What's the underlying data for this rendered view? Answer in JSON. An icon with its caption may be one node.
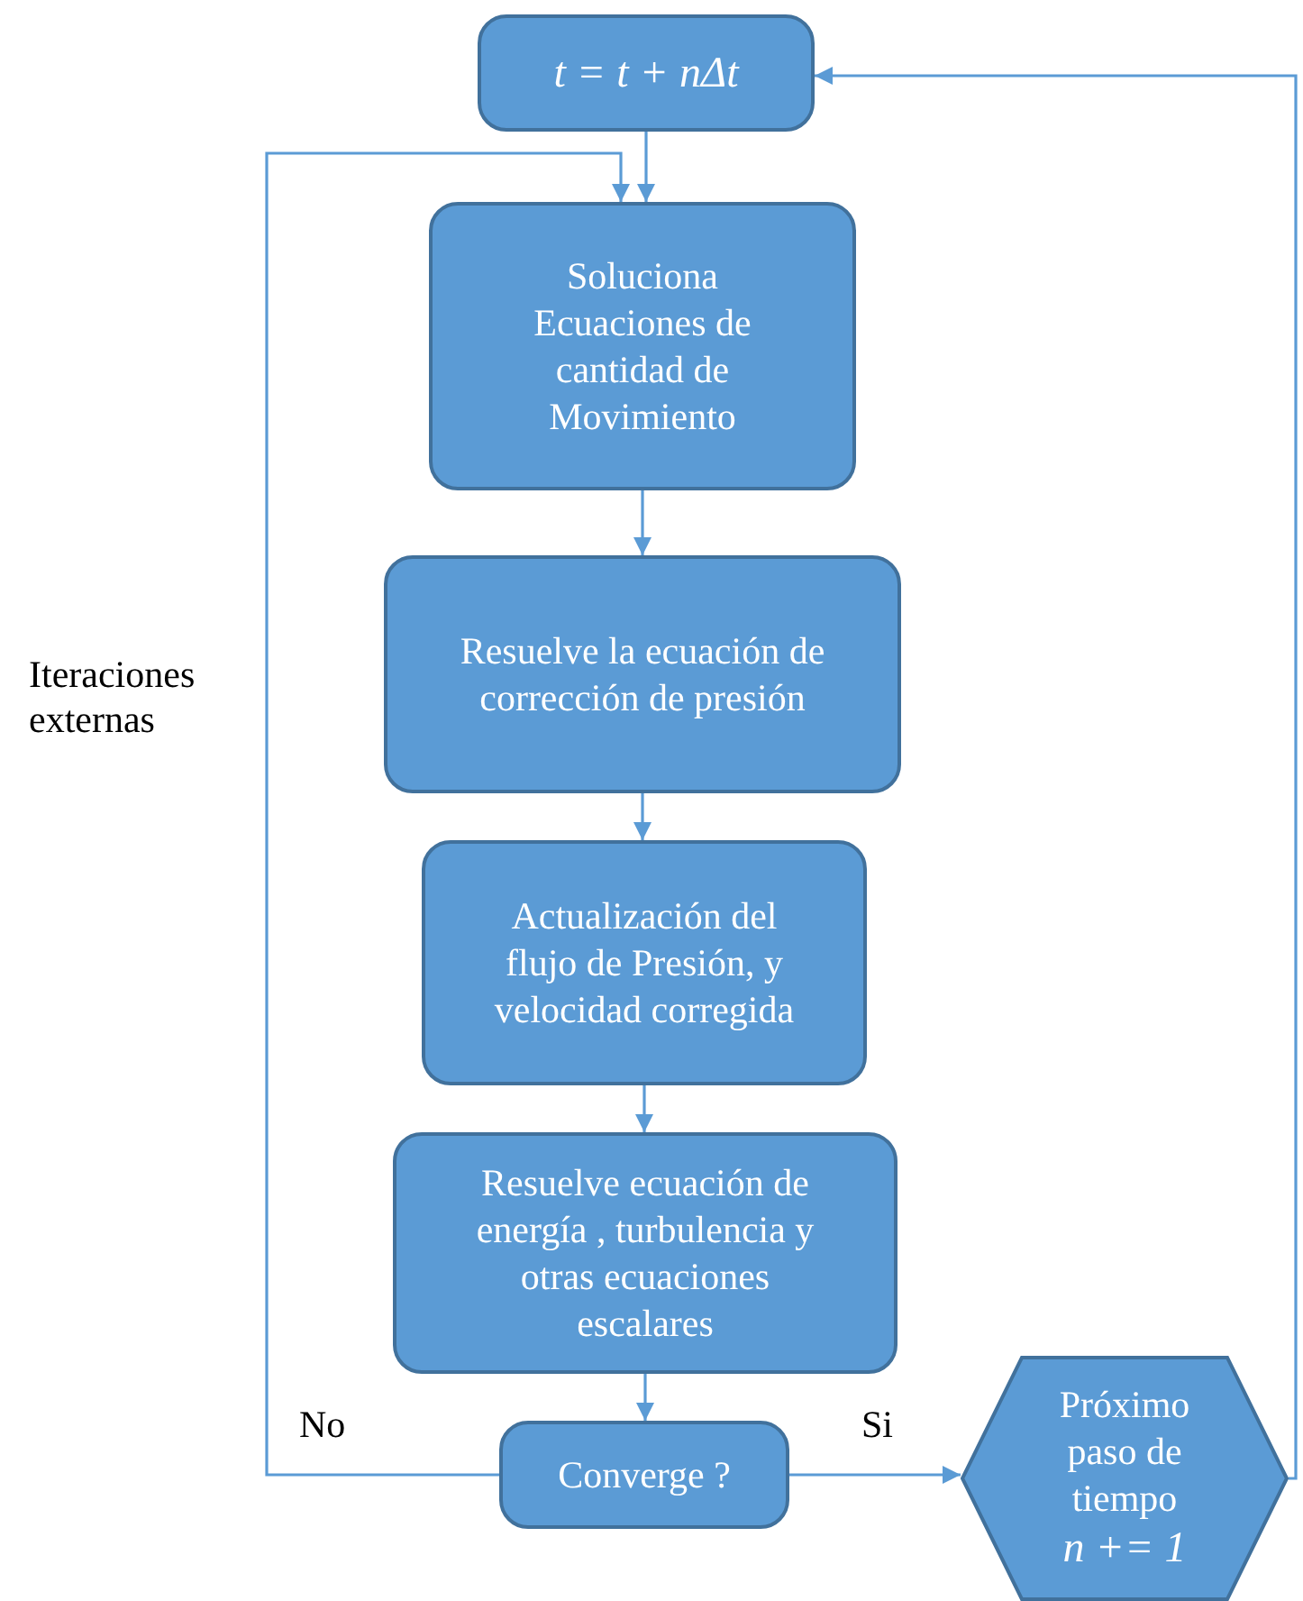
{
  "diagram": {
    "nodes": [
      {
        "text": [
          "t = t + nΔt"
        ]
      },
      {
        "text": [
          "Soluciona Ecuaciones de cantidad de Movimiento"
        ]
      },
      {
        "text": [
          "Resuelve la ecuación de corrección de presión"
        ]
      },
      {
        "text": [
          "Actualización del flujo de Presión, y velocidad corregida"
        ]
      },
      {
        "text": [
          "Resuelve ecuación de energía , turbulencia y otras ecuaciones escalares"
        ]
      },
      {
        "text": [
          "Converge ?"
        ]
      },
      {
        "text": [
          "Próximo paso de tiempo",
          "n += 1"
        ]
      }
    ],
    "edges": [
      {
        "from": 0,
        "to": 1,
        "arrow": "to"
      },
      {
        "from": 1,
        "to": 2,
        "arrow": "to"
      },
      {
        "from": 2,
        "to": 3,
        "arrow": "to"
      },
      {
        "from": 3,
        "to": 4,
        "arrow": "to"
      },
      {
        "from": 4,
        "to": 5,
        "arrow": "to"
      },
      {
        "from": 5,
        "to": 1,
        "arrow": "to",
        "label": "No"
      },
      {
        "from": 5,
        "to": 6,
        "arrow": "to",
        "label": "Si"
      },
      {
        "from": 6,
        "to": 0,
        "arrow": "to"
      }
    ],
    "labels": [
      "Iteraciones externas"
    ]
  }
}
